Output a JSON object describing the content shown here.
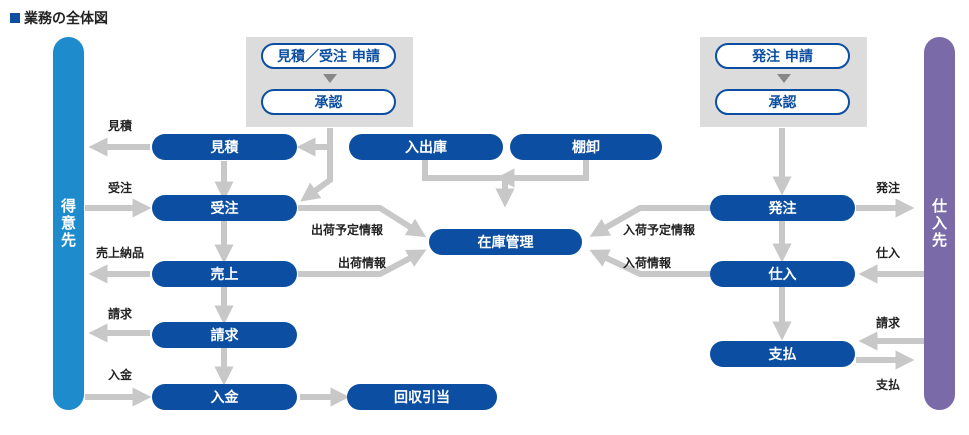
{
  "title": "業務の全体図",
  "sides": {
    "left": "得意先",
    "right": "仕入先"
  },
  "sales": {
    "request": "見積／受注 申請",
    "approve": "承認",
    "estimate": "見積",
    "order": "受注",
    "sales": "売上",
    "billing": "請求",
    "payment_in": "入金",
    "collection": "回収引当"
  },
  "inventory": {
    "in_out": "入出庫",
    "stocktake": "棚卸",
    "management": "在庫管理"
  },
  "purchase": {
    "request": "発注 申請",
    "approve": "承認",
    "order": "発注",
    "purchase": "仕入",
    "payment_out": "支払"
  },
  "labels": {
    "estimate": "見積",
    "order": "受注",
    "delivery": "売上納品",
    "billing": "請求",
    "payment_in": "入金",
    "ship_plan": "出荷予定情報",
    "ship_info": "出荷情報",
    "receive_plan": "入荷予定情報",
    "receive_info": "入荷情報",
    "p_order": "発注",
    "p_purchase": "仕入",
    "p_billing": "請求",
    "p_payment": "支払"
  },
  "colors": {
    "blue": "#0b4ea2",
    "left_bar": "#1e8ccc",
    "right_bar": "#7a6aa8",
    "arrow": "#c8c8c8",
    "panel": "#dcdcdc"
  }
}
